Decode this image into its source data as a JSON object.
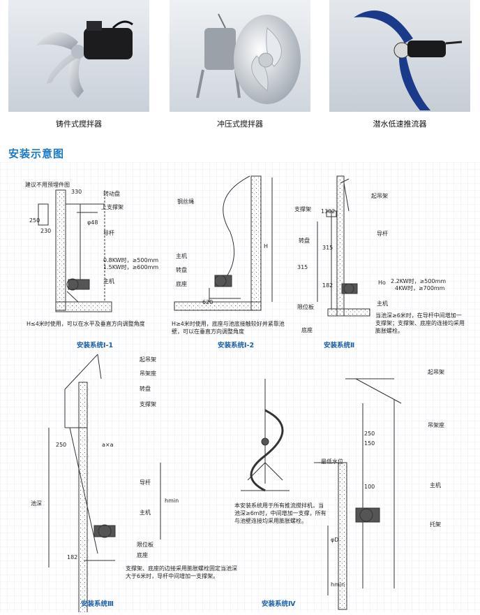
{
  "products": [
    {
      "caption": "铸件式搅拌器"
    },
    {
      "caption": "冲压式搅拌器"
    },
    {
      "caption": "潜水低速推流器"
    }
  ],
  "section_title": "安装示意图",
  "sys1_1": {
    "title": "安装系统Ⅰ-1",
    "labels": {
      "l1": "建议不用预埋件图",
      "l2": "330",
      "l3": "转动盘",
      "l4": "上支撑架",
      "l5": "250",
      "l6": "230",
      "l7": "φ48",
      "l8": "导杆",
      "l9": "0.8KW时，≥500mm",
      "l10": "1.5KW时，≥600mm",
      "l11": "主机"
    },
    "note": "H≤4米时使用，可以在水平及垂直方向调整角度"
  },
  "sys1_2": {
    "title": "安装系统Ⅰ-2",
    "labels": {
      "l1": "钢丝绳",
      "l2": "H",
      "l3": "主机",
      "l4": "转盘",
      "l5": "底座",
      "l6": "620"
    },
    "note": "H≥4米时使用，底座与池底接触较好并紧靠池壁，可以在垂直方向调整角度"
  },
  "sys2": {
    "title": "安装系统Ⅱ",
    "labels": {
      "l1": "起吊架",
      "l2": "支撑架",
      "l3": "1302",
      "l4": "转盘",
      "l5": "导杆",
      "l6": "315",
      "l7": "315",
      "l8": "182",
      "l9": "Ho",
      "l10": "2.2KW时，≥500mm",
      "l11": "4KW时，≥700mm",
      "l12": "主机",
      "l13": "限位板",
      "l14": "底座"
    },
    "note": "当池深≥6米时，在导杆中间增加一支撑架；支撑架、底座的连接均采用膨胀螺栓。"
  },
  "sys3": {
    "title": "安装系统Ⅲ",
    "labels": {
      "l1": "起吊架",
      "l2": "吊架座",
      "l3": "转盘",
      "l4": "支撑架",
      "l5": "250",
      "l6": "a×a",
      "l7": "导杆",
      "l8": "池深",
      "l9": "hmin",
      "l10": "主机",
      "l11": "限位板",
      "l12": "底座",
      "l13": "182"
    },
    "note": "支撑架、底座的边接采用膨胀螺栓固定当池深大于6米时，导杆中间增加一支撑架。"
  },
  "sys4": {
    "title": "安装系统Ⅳ",
    "note": "本安装系统用于所有推流搅拌机，当池深≥6m时，中间增加一支撑，所有与池壁连接均采用膨胀螺栓。"
  },
  "sys5": {
    "labels": {
      "l1": "起吊架",
      "l2": "吊架座",
      "l3": "250",
      "l4": "150",
      "l5": "最低水位",
      "l6": "100",
      "l7": "主机",
      "l8": "托架",
      "l9": "φD",
      "l10": "hmin"
    }
  }
}
